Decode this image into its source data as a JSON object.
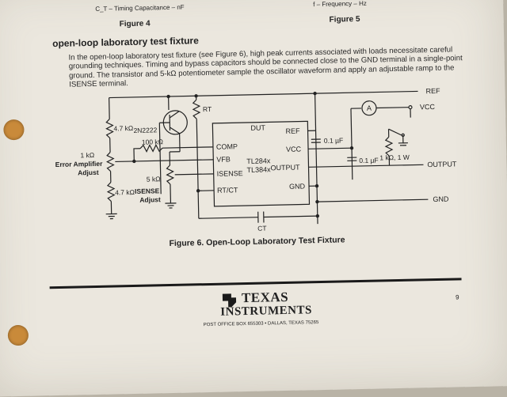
{
  "top_fragments": {
    "left_axis": "C_T – Timing Capacitance – nF",
    "right_axis": "f – Frequency – Hz",
    "left_figure": "Figure 4",
    "right_figure": "Figure 5"
  },
  "section": {
    "title": "open-loop laboratory test fixture",
    "paragraph": "In the open-loop laboratory test fixture (see Figure 6), high peak currents associated with loads necessitate careful grounding techniques. Timing and bypass capacitors should be connected close to the GND terminal in a single-point ground. The transistor and 5-kΩ potentiometer sample the oscillator waveform and apply an adjustable ramp to the ISENSE terminal."
  },
  "schematic": {
    "rails": {
      "ref": "REF",
      "vcc": "VCC",
      "output": "OUTPUT",
      "gnd": "GND"
    },
    "chip": {
      "part1": "TL284x",
      "part2": "TL384x",
      "dut": "DUT",
      "pins_left": [
        "COMP",
        "VFB",
        "ISENSE",
        "RT/CT"
      ],
      "pins_right": [
        "REF",
        "VCC",
        "OUTPUT",
        "GND"
      ]
    },
    "components": {
      "r_top": "4.7 kΩ",
      "r_bottom": "4.7 kΩ",
      "transistor": "2N2222",
      "rt": "RT",
      "r100k": "100 kΩ",
      "pot1k_value": "1 kΩ",
      "pot1k_name1": "Error Amplifier",
      "pot1k_name2": "Adjust",
      "pot5k": "5 kΩ",
      "isense_adj1": "ISENSE",
      "isense_adj2": "Adjust",
      "cap_ref": "0.1 µF",
      "cap_vcc": "0.1 µF",
      "r_load": "1 kΩ, 1 W",
      "ct": "CT",
      "ammeter": "A"
    }
  },
  "caption": "Figure 6. Open-Loop Laboratory Test Fixture",
  "footer": {
    "logo_line1": "TEXAS",
    "logo_line2": "INSTRUMENTS",
    "address": "POST OFFICE BOX 655303 • DALLAS, TEXAS 75265",
    "page_number": "9"
  }
}
